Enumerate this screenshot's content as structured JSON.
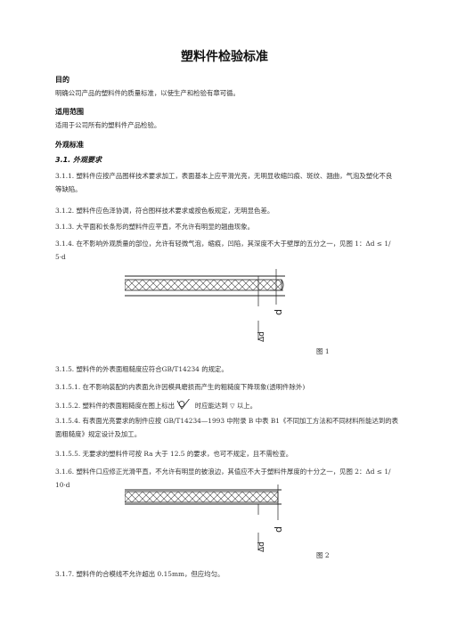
{
  "doc": {
    "title": "塑料件检验标准",
    "h_purpose": "目的",
    "p_purpose": "明确公司产品的塑料件的质量标准，以使生产和检验有章可循。",
    "h_scope": "适用范围",
    "p_scope": "适用于公司所有的塑料件产品检验。",
    "h_appearance": "外观标准",
    "sub_31": "3.1. 外观要求",
    "p_311": "3.1.1. 塑料件应按产品图样技术要求加工，表面基本上应平滑光亮，无明显收缩凹痕、斑纹、翘曲，气泡及塑化不良等缺陷。",
    "p_312": "3.1.2. 塑料件应色泽协调，符合图样技术要求或按色板规定，无明显色差。",
    "p_313": "3.1.3. 大平面和长条形的塑料件应平直，不允许有明显的翘曲现象。",
    "p_314": "3.1.4. 在不影响外观质量的部位，允许有轻微气泡，缩痕，凹陷，其深度不大于壁厚的五分之一，见图 1：Δd ≤ 1/ 5·d",
    "fig1_caption": "图 1",
    "p_315": "3.1.5. 塑料件的外表面粗糙度应符合GB/T14234 的规定。",
    "p_3151": "3.1.5.1. 在不影响装配的内表面允许因模具磨损而产生的粗糙度下降现象(透明件除外)",
    "p_3152a": "3.1.5.2. 塑料件的表面粗糙度在图上标出",
    "p_3152b": "时应能达到",
    "p_3152c": "以上。",
    "p_3154": "3.1.5.4. 有表面光亮要求的制件应按 GB/T14234—1993 中附录 B 中表 B1《不同加工方法和不同材料所能达到的表面粗糙度》规定设计及加工。",
    "p_3155": "3.1.5.5. 无要求的塑料件可按 Ra 大于 12.5 的要求，也可不规定，且不需检查。",
    "p_316": "3.1.6. 塑料件口应修正光滑平直，不允许有明显的披浪边，其值应不大于塑料件厚度的十分之一，见图 2：Δd ≤ 1/ 10·d",
    "fig2_caption": "图 2",
    "p_317": "3.1.7. 塑料件的合模线不允许超出 0.15mm，但应均匀。",
    "fig_label_d": "d",
    "fig_label_delta_d": "Δd"
  }
}
